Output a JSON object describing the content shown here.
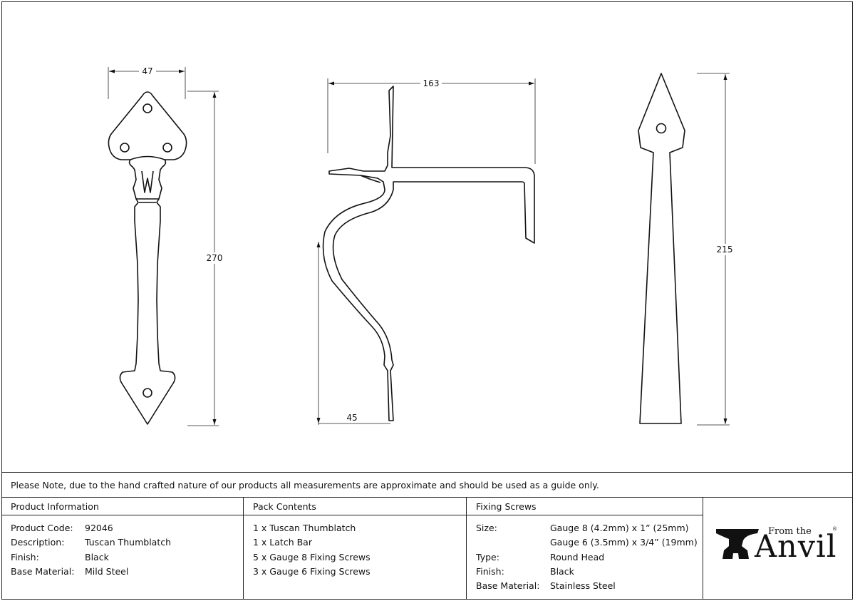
{
  "dimensions": {
    "handle_width": "47",
    "handle_height": "270",
    "latch_width": "163",
    "latch_depth": "45",
    "bar_height": "215"
  },
  "note": "Please Note, due to the hand crafted nature of our products all measurements are approximate and should be used as a guide only.",
  "product_information": {
    "heading": "Product Information",
    "rows": [
      {
        "label": "Product Code:",
        "value": "92046"
      },
      {
        "label": "Description:",
        "value": "Tuscan Thumblatch"
      },
      {
        "label": "Finish:",
        "value": "Black"
      },
      {
        "label": "Base Material:",
        "value": "Mild Steel"
      }
    ]
  },
  "pack_contents": {
    "heading": "Pack Contents",
    "items": [
      "1 x Tuscan Thumblatch",
      "1 x Latch Bar",
      "5 x Gauge 8 Fixing Screws",
      "3 x Gauge 6 Fixing Screws"
    ]
  },
  "fixing_screws": {
    "heading": "Fixing Screws",
    "rows": [
      {
        "label": "Size:",
        "value": "Gauge 8 (4.2mm) x 1” (25mm)"
      },
      {
        "label": "",
        "value": "Gauge 6 (3.5mm) x 3/4” (19mm)"
      },
      {
        "label": "Type:",
        "value": "Round Head"
      },
      {
        "label": "Finish:",
        "value": "Black"
      },
      {
        "label": "Base Material:",
        "value": "Stainless Steel"
      }
    ]
  },
  "logo": {
    "from_the": "From the",
    "word": "Anvil",
    "registered": "®"
  }
}
